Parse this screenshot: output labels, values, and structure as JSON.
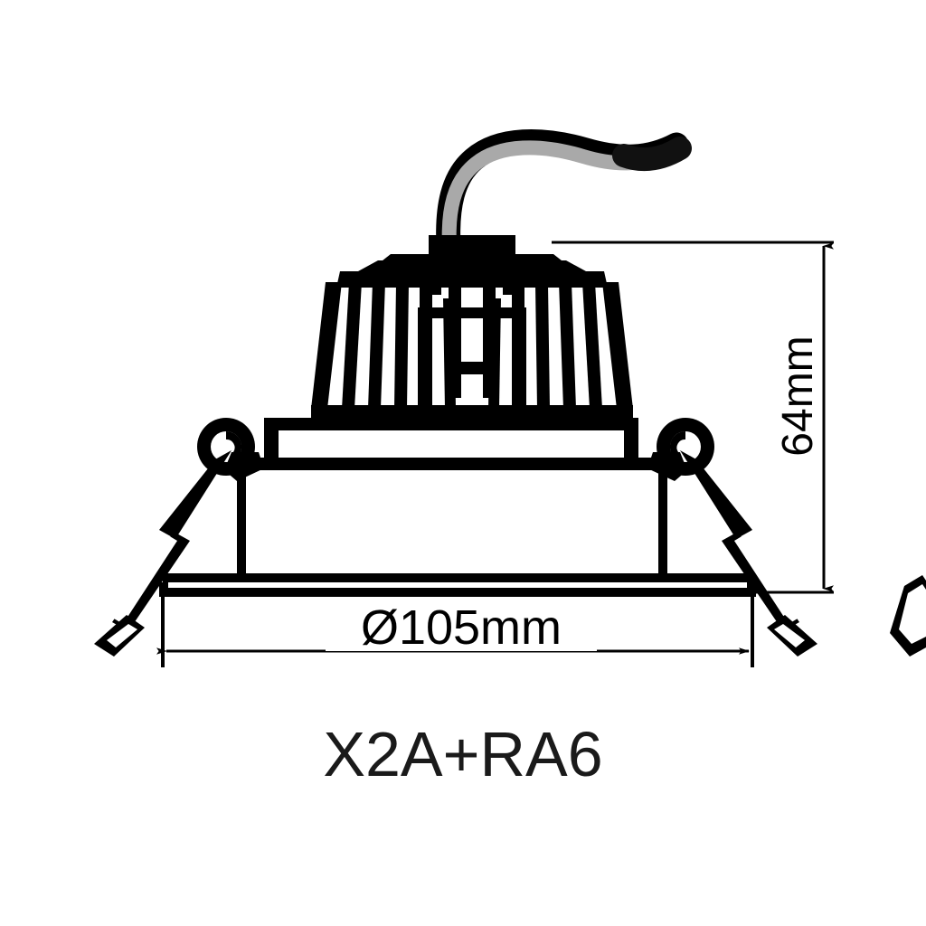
{
  "drawing": {
    "title_label": "X2A+RA6",
    "product_type": "recessed-led-downlight-side-elevation",
    "background_color": "#ffffff",
    "line_color": "#000000",
    "cable_fill_color": "#a9a9a9",
    "cable_outline_color": "#000000",
    "cable_tip_color": "#111111",
    "dimensions": {
      "height": {
        "label": "64mm",
        "orientation": "vertical",
        "value": 64,
        "unit": "mm"
      },
      "diameter": {
        "label": "Ø105mm",
        "orientation": "horizontal",
        "value": 105,
        "unit": "mm",
        "symbol": "Ø"
      }
    },
    "components": {
      "heat_sink": "finned-heat-sink",
      "cable": "flexible-power-cable",
      "cable_gland": "strain-relief-bracket",
      "housing": "cylindrical-body",
      "trim_ring": "bottom-flange-trim",
      "spring_clips": "torsion-mounting-springs",
      "spring_clip_count": 2
    },
    "adjacent_drawing_fragment": "partial-spring-clip-right-edge"
  }
}
